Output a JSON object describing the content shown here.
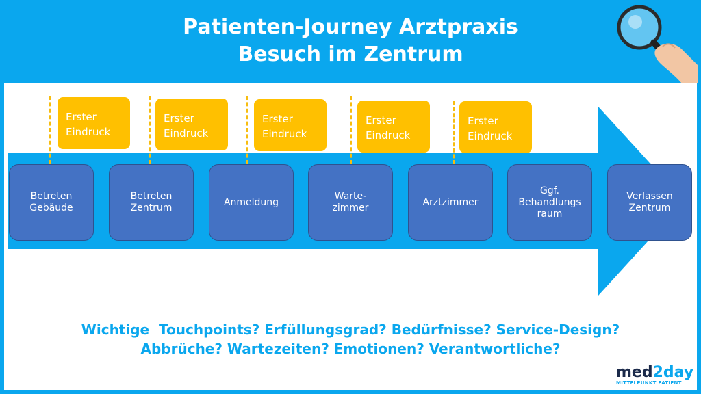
{
  "header": {
    "title_line1": "Patienten-Journey Arztpraxis",
    "title_line2": "Besuch im Zentrum"
  },
  "callouts": [
    {
      "line1": "Erster",
      "line2": "Eindruck"
    },
    {
      "line1": "Erster",
      "line2": "Eindruck"
    },
    {
      "line1": "Erster",
      "line2": "Eindruck"
    },
    {
      "line1": "Erster",
      "line2": "Eindruck"
    },
    {
      "line1": "Erster",
      "line2": "Eindruck"
    }
  ],
  "steps": [
    {
      "label": "Betreten\nGebäude"
    },
    {
      "label": "Betreten\nZentrum"
    },
    {
      "label": "Anmeldung"
    },
    {
      "label": "Warte-\nzimmer"
    },
    {
      "label": "Arztzimmer"
    },
    {
      "label": "Ggf.\nBehandlungs\nraum"
    },
    {
      "label": "Verlassen\nZentrum"
    }
  ],
  "questions": {
    "line1": "Wichtige  Touchpoints? Erfüllungsgrad? Bedürfnisse? Service-Design?",
    "line2": "Abbrüche? Wartezeiten? Emotionen? Verantwortliche?"
  },
  "logo": {
    "part1": "med",
    "part2": "2day",
    "tagline": "MITTELPUNKT PATIENT"
  },
  "colors": {
    "accent_blue": "#0aa7ee",
    "step_blue": "#4472c4",
    "callout_yellow": "#ffc000"
  },
  "icons": {
    "header_icon": "magnifier-with-hand-icon"
  }
}
